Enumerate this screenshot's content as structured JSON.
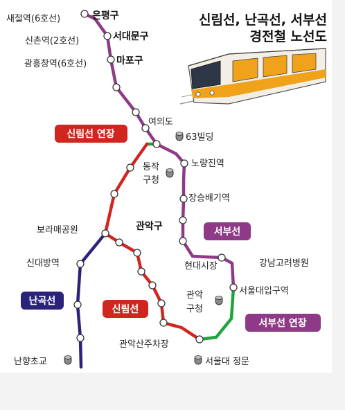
{
  "title": {
    "line1": "신림선, 난곡선, 서부선",
    "line2": "경전철 노선도"
  },
  "colors": {
    "sillim_line": "#d0261f",
    "nangok_line": "#2b237a",
    "seobu_line": "#8e3a86",
    "extension": "#1fa33c",
    "station_fill": "#ffffff"
  },
  "tags": {
    "sillim_extension": "신림선 연장",
    "nangok": "난곡선",
    "sillim": "신림선",
    "seobu": "서부선",
    "seobu_extension": "서부선 연장"
  },
  "stations": {
    "saejeol": "새절역(6호선)",
    "eunpyeong": "은평구",
    "sinchon": "신촌역(2호선)",
    "seodaemun": "서대문구",
    "gwangheungchang": "광흥창역(6호선)",
    "mapo": "마포구",
    "yeouido": "여의도",
    "noryangjin": "노량진역",
    "janggseungbaegi": "장승배기역",
    "boramae": "보라매공원",
    "gwanak_gu": "관악구",
    "sindaebang": "신대방역",
    "hyundai_market": "현대시장",
    "gangnam_hospital": "강남고려병원",
    "seoul_univ_station": "서울대입구역",
    "gwanaksan_parking": "관악산주차장",
    "nanhyang_school": "난향초교",
    "seoul_univ_gate": "서울대 정문"
  },
  "landmarks": {
    "building63": "63빌딩",
    "dongjak_office_1": "동작",
    "dongjak_office_2": "구청",
    "gwanak_office_1": "관악",
    "gwanak_office_2": "구청"
  },
  "icons": [
    "train-illustration",
    "landmark-marker-icon",
    "station-circle-icon"
  ]
}
